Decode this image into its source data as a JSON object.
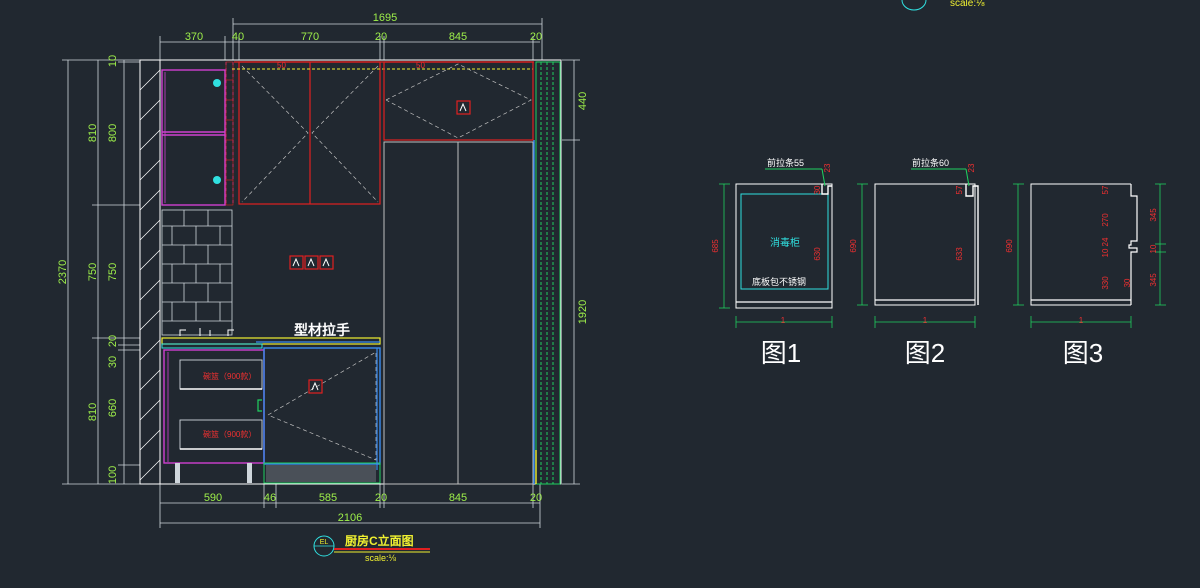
{
  "elevation": {
    "top_total": "1695",
    "top_segments": [
      "370",
      "40",
      "770",
      "20",
      "845",
      "20"
    ],
    "bottom_segments": [
      "590",
      "46",
      "585",
      "20",
      "845",
      "20"
    ],
    "bottom_total": "2106",
    "left_total": "2370",
    "left_groups": [
      "810",
      "750",
      "810"
    ],
    "left_details": [
      "10",
      "800",
      "750",
      "20",
      "30",
      "660",
      "100"
    ],
    "right_dims": [
      "440",
      "1920"
    ],
    "inner_50_a": "50",
    "inner_50_b": "50",
    "handle_label": "型材拉手",
    "drawer_label_1": "碗篮（900款）",
    "drawer_label_2": "碗篮（900款）",
    "title": "厨房C立面图",
    "title_marker": "EL",
    "title_scale": "scale:⅛"
  },
  "top_scale": "scale:⅛",
  "details": [
    {
      "caption": "图1",
      "top_note": "前拉条55",
      "left_dim": "685",
      "right_dims": [
        "23",
        "30",
        "630"
      ],
      "inner_label": "消毒柜",
      "bottom_note": "底板包不锈钢",
      "bottom_dim": "1"
    },
    {
      "caption": "图2",
      "top_note": "前拉条60",
      "left_dim": "690",
      "right_dims": [
        "23",
        "57",
        "633"
      ],
      "bottom_dim": "1"
    },
    {
      "caption": "图3",
      "left_dim": "690",
      "right_dims": [
        "57",
        "270",
        "24",
        "10",
        "30",
        "330"
      ],
      "outer_dims": [
        "345",
        "10",
        "345"
      ],
      "bottom_dim": "1"
    }
  ],
  "colors": {
    "background": "#212830",
    "dimension_green": "#9ef04a",
    "wall_white": "#ffffff",
    "cabinet_red": "#e02020",
    "cabinet_magenta": "#d040d0",
    "cabinet_blue": "#3a8cf0",
    "cyan": "#30e0e0",
    "yellow": "#f0f030"
  }
}
